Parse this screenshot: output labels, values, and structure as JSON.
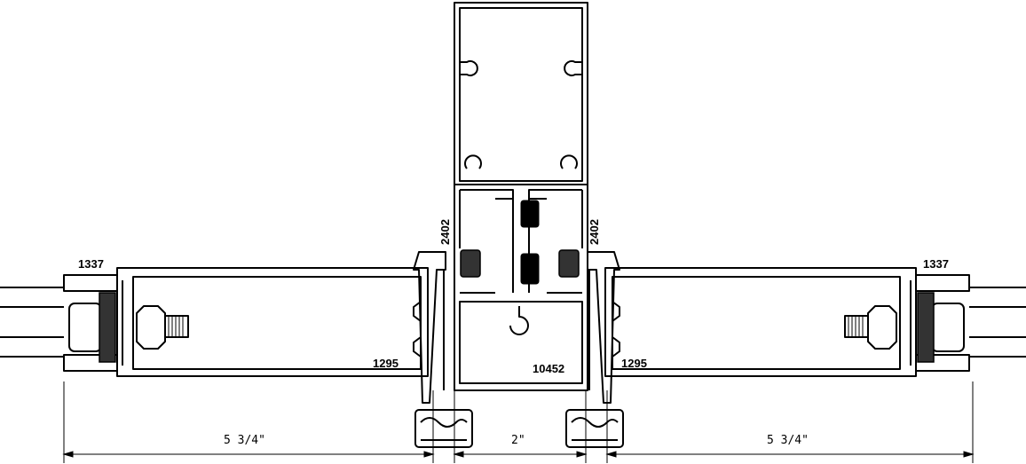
{
  "labels": {
    "clip_left": "1337",
    "clip_right": "1337",
    "frame_left": "1295",
    "frame_right": "1295",
    "adapter_left": "2402",
    "adapter_right": "2402",
    "mullion": "10452"
  },
  "dimensions": {
    "left_width": "5 3/4\"",
    "center_width": "2\"",
    "right_width": "5 3/4\""
  }
}
